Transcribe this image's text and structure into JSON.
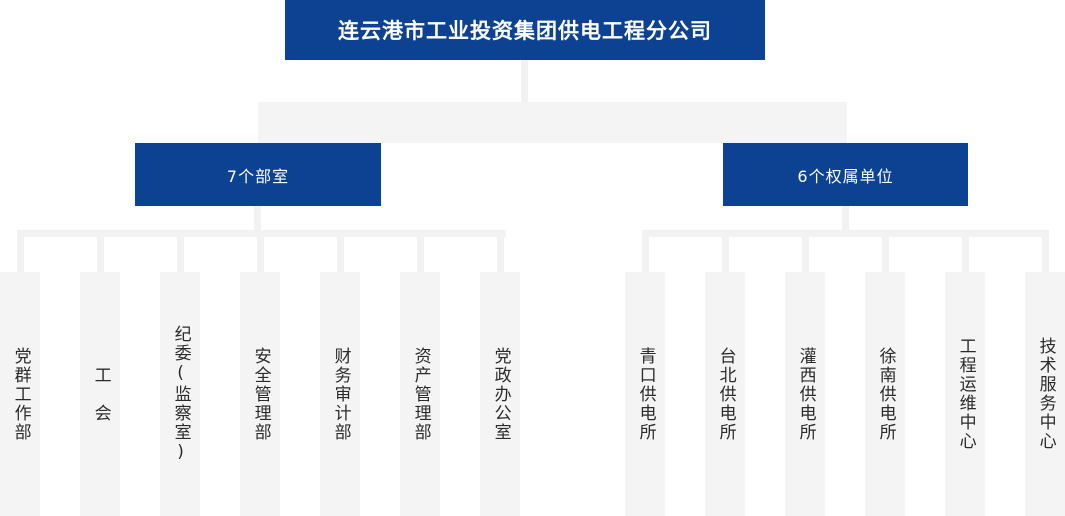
{
  "chart_title": "连云港市工业投资集团供电工程分公司",
  "colors": {
    "brand_blue": "#0c4291",
    "connector_gray": "#f2f2f2",
    "leaf_gray": "#f4f4f4",
    "leaf_text": "#2b2b2b",
    "blue_text": "#ffffff"
  },
  "root": {
    "label": "连云港市工业投资集团供电工程分公司"
  },
  "groups": [
    {
      "id": "departments",
      "label": "7个部室",
      "count": 7,
      "children": [
        {
          "label": "党群工作部"
        },
        {
          "label": "工　会"
        },
        {
          "label": "纪委(监察室)"
        },
        {
          "label": "安全管理部"
        },
        {
          "label": "财务审计部"
        },
        {
          "label": "资产管理部"
        },
        {
          "label": "党政办公室"
        }
      ]
    },
    {
      "id": "subsidiaries",
      "label": "6个权属单位",
      "count": 6,
      "children": [
        {
          "label": "青口供电所"
        },
        {
          "label": "台北供电所"
        },
        {
          "label": "灌西供电所"
        },
        {
          "label": "徐南供电所"
        },
        {
          "label": "工程运维中心"
        },
        {
          "label": "技术服务中心"
        }
      ]
    }
  ]
}
